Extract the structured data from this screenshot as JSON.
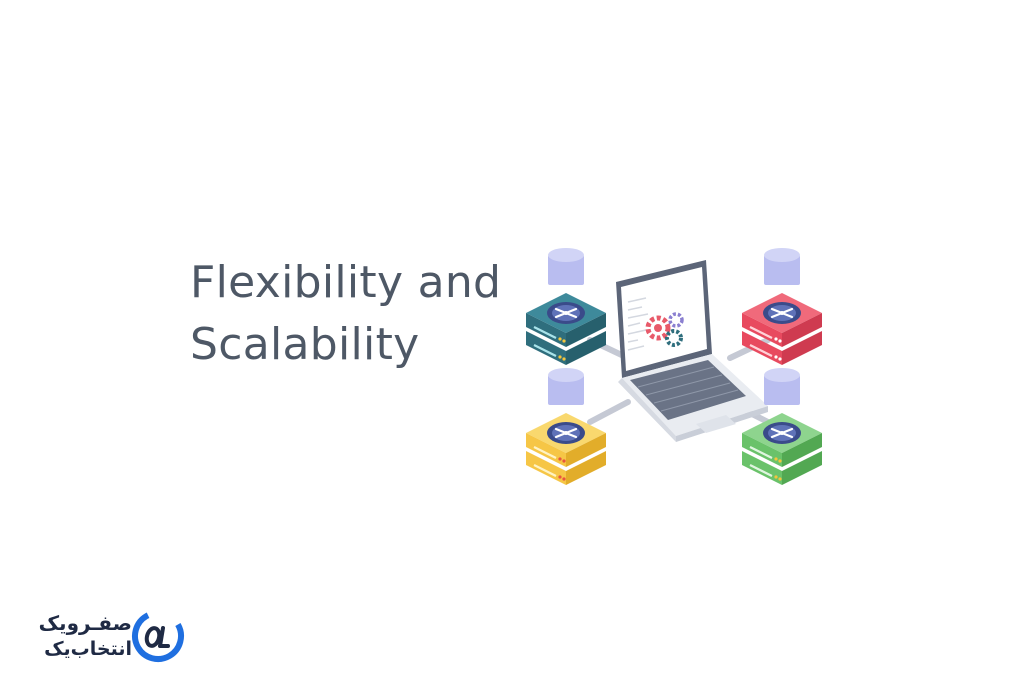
{
  "headline": {
    "line1": "Flexibility and",
    "line2": "Scalability"
  },
  "brand": {
    "line1": "صفـرویک",
    "line2": "انتخاب‌یک",
    "logo_mark": "01",
    "color": "#1f6fe0"
  },
  "colors": {
    "server_teal": "#2f6e7d",
    "server_red": "#e84a5f",
    "server_yellow": "#f6c646",
    "server_green": "#6ac26a",
    "database_lavender": "#b9bdf0",
    "fan_navy": "#3a4b8a"
  }
}
